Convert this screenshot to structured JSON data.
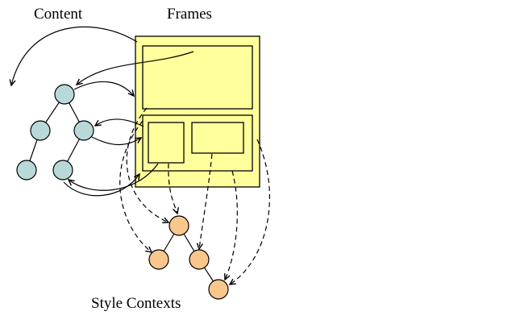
{
  "labels": {
    "content": "Content",
    "frames": "Frames",
    "style_contexts": "Style Contexts"
  },
  "colors": {
    "background": "#ffffff",
    "frame_fill": "#ffff9c",
    "content_node_fill": "#b9d9d9",
    "style_node_fill": "#f9c68c",
    "line": "#000000"
  },
  "diagram": {
    "content_tree_node_count": 5,
    "frame_box_count": 5,
    "style_context_node_count": 4
  }
}
